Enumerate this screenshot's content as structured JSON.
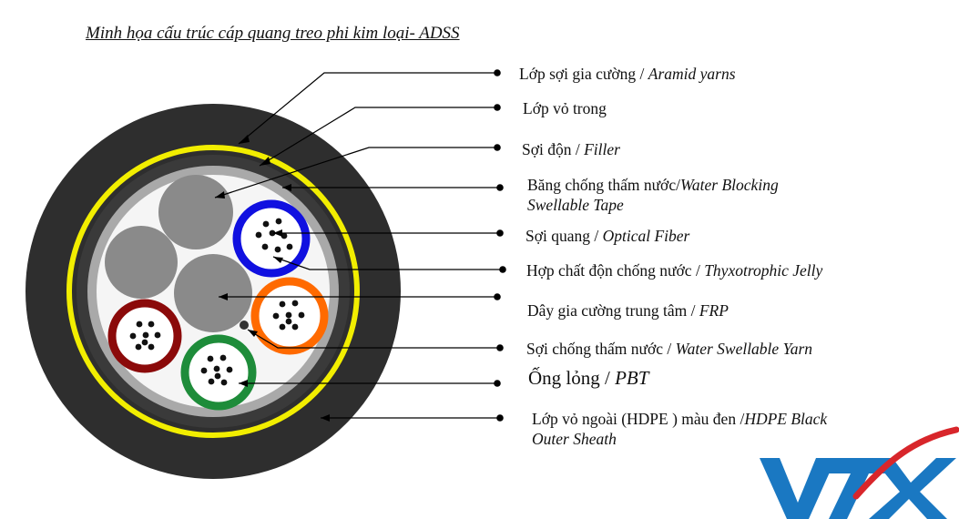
{
  "title": "Minh họa cấu trúc cáp quang treo phi kim loại- ADSS",
  "colors": {
    "outer_sheath": "#2e2e2e",
    "aramid_ring": "#f2ee00",
    "inner_sheath": "#3a3a3a",
    "water_blocking_tape": "#a9a9a9",
    "filler": "#8a8a8a",
    "tube_blue": "#1010e0",
    "tube_orange": "#ff6a00",
    "tube_darkred": "#8b0a0a",
    "tube_green": "#1e8c3a",
    "logo_blue": "#1a78c2",
    "logo_red": "#d8262b"
  },
  "labels": [
    {
      "vi": "Lớp sợi gia cường / ",
      "en": "Aramid yarns"
    },
    {
      "vi": "Lớp vỏ trong",
      "en": ""
    },
    {
      "vi": "Sợi độn / ",
      "en": "Filler"
    },
    {
      "vi": "Băng chống thấm nước/",
      "en": "Water Blocking",
      "en2": "Swellable Tape"
    },
    {
      "vi": "Sợi quang / ",
      "en": "Optical Fiber"
    },
    {
      "vi": "Hợp chất độn chống nước / ",
      "en": "Thyxotrophic Jelly"
    },
    {
      "vi": "Dây gia cường trung tâm / ",
      "en": "FRP"
    },
    {
      "vi": "Sợi chống thấm nước / ",
      "en": "Water Swellable Yarn"
    },
    {
      "vi": "Ống lỏng / ",
      "en": "PBT"
    },
    {
      "vi": "Lớp vỏ ngoài (HDPE ) màu đen /",
      "en": "HDPE Black",
      "en2": "Outer Sheath"
    }
  ],
  "logo": {
    "text": "VTX"
  }
}
